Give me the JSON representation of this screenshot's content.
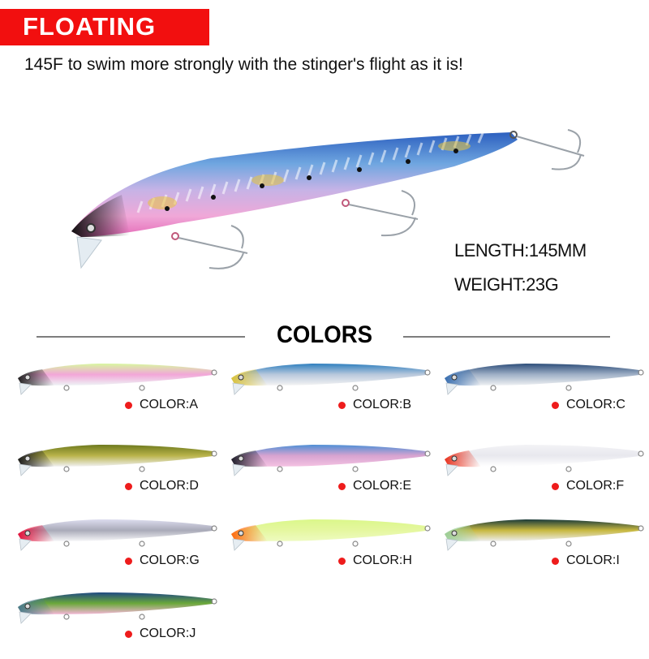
{
  "banner": {
    "label": "FLOATING",
    "color": "#f20f0f"
  },
  "subtitle": "145F to swim more strongly with the stinger's flight as it is!",
  "specs": {
    "length": "LENGTH:145MM",
    "weight": "WEIGHT:23G"
  },
  "section_title": "COLORS",
  "accent_dot_color": "#ee1c1c",
  "variants": [
    {
      "id": "A",
      "label": "COLOR:A",
      "back": "#d8f7a0",
      "mid": "#f2a6d8",
      "belly": "#eef2f5",
      "head": "#222222"
    },
    {
      "id": "B",
      "label": "COLOR:B",
      "back": "#2f7fbf",
      "mid": "#b8c8dc",
      "belly": "#f3f3f3",
      "head": "#d9c23a"
    },
    {
      "id": "C",
      "label": "COLOR:C",
      "back": "#2d4e7a",
      "mid": "#9fb0c6",
      "belly": "#eef0f3",
      "head": "#3a6fb0"
    },
    {
      "id": "D",
      "label": "COLOR:D",
      "back": "#6e7a1e",
      "mid": "#b9b34a",
      "belly": "#f1f1f1",
      "head": "#1c1c1c"
    },
    {
      "id": "E",
      "label": "COLOR:E",
      "back": "#4e8fd6",
      "mid": "#d7a3d0",
      "belly": "#f4c2e2",
      "head": "#1f1f2a"
    },
    {
      "id": "F",
      "label": "COLOR:F",
      "back": "#f3f3f6",
      "mid": "#e8e8ee",
      "belly": "#ffffff",
      "head": "#e8321e"
    },
    {
      "id": "G",
      "label": "COLOR:G",
      "back": "#dcdcee",
      "mid": "#a9aab8",
      "belly": "#f6f6f8",
      "head": "#e3103a"
    },
    {
      "id": "H",
      "label": "COLOR:H",
      "back": "#dbf78a",
      "mid": "#e5f7a0",
      "belly": "#eefbc0",
      "head": "#ff6a10"
    },
    {
      "id": "I",
      "label": "COLOR:I",
      "back": "#1a3a3a",
      "mid": "#c7b840",
      "belly": "#eeeeee",
      "head": "#9ccf9a"
    },
    {
      "id": "J",
      "label": "COLOR:J",
      "back": "#1f4a82",
      "mid": "#6aa83a",
      "belly": "#f4b6d6",
      "head": "#4a7a8a"
    }
  ]
}
